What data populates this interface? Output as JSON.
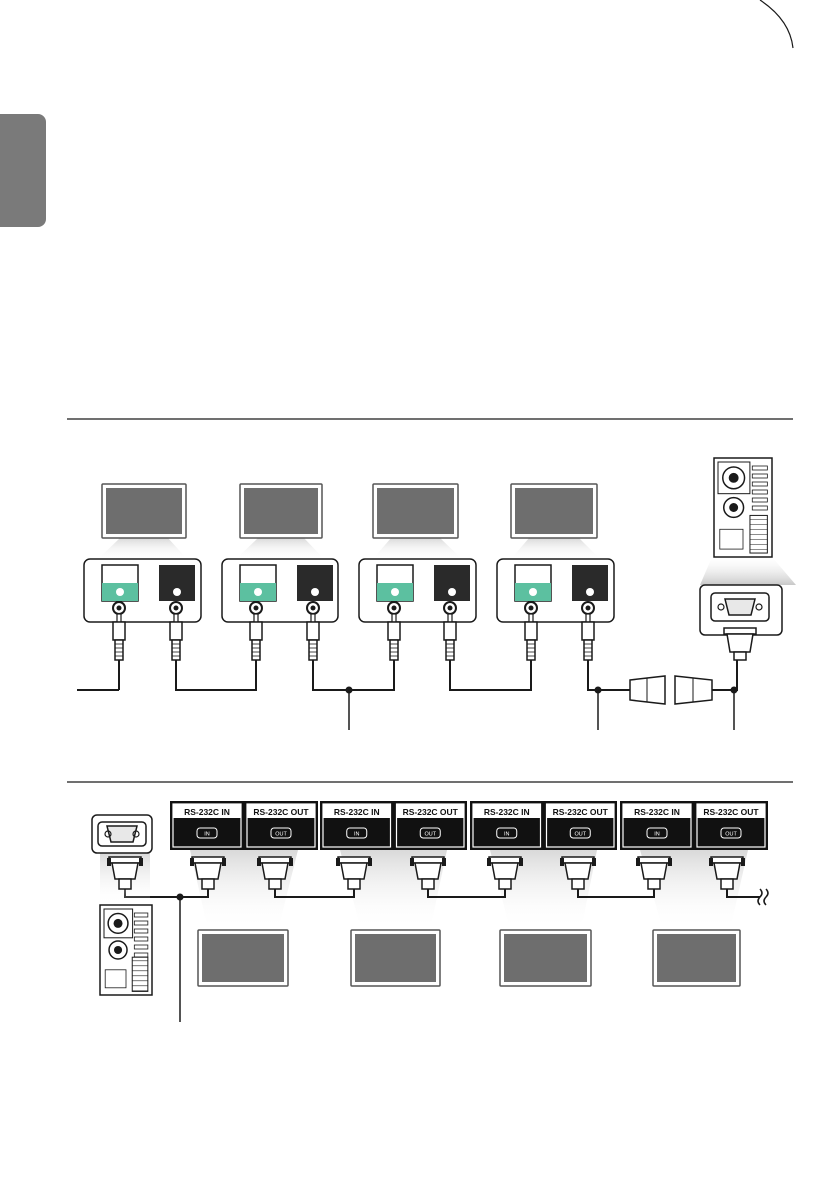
{
  "colors": {
    "ink": "#1a1a1a",
    "screen": "#6e6e6e",
    "accent_green": "#5cc0a0",
    "gray_light": "#d0d0d0",
    "background": "#ffffff"
  },
  "section_top": {
    "monitor_count": 4,
    "port_panel_count": 4
  },
  "section_bottom": {
    "monitor_count": 4,
    "port_in_label": "RS-232C IN",
    "port_out_label": "RS-232C OUT",
    "port_in_small": "IN",
    "port_out_small": "OUT"
  },
  "icons": [
    "page-corner-arc-icon",
    "side-tab-icon",
    "monitor-icon",
    "computer-tower-icon",
    "db9-serial-port-icon",
    "db9-connector-icon",
    "audio-jack-plug-icon",
    "gender-changer-icon",
    "wavy-cable-end-icon"
  ]
}
